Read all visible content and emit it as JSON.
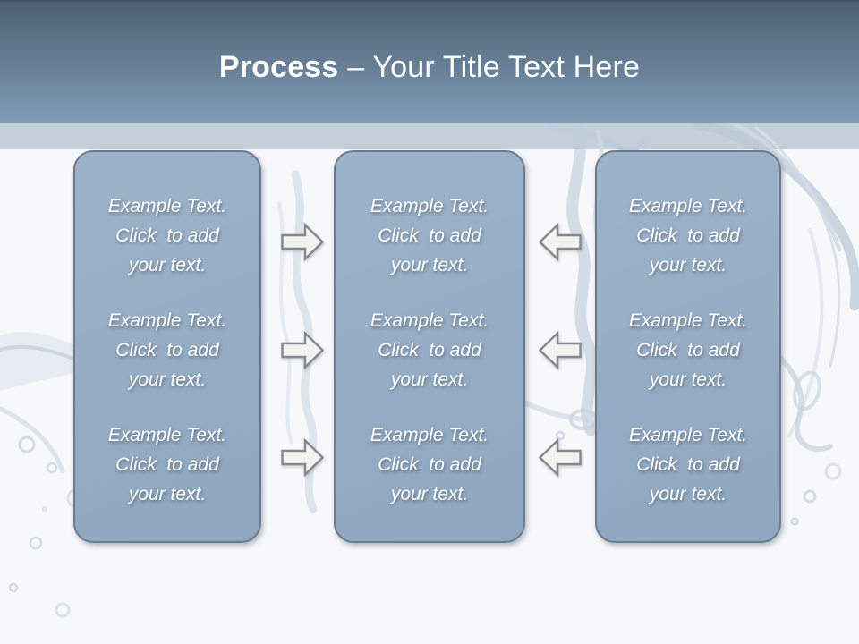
{
  "title": {
    "emphasis": "Process",
    "separator": "–",
    "text": "Your Title Text Here"
  },
  "columns": [
    {
      "name": "left",
      "items": [
        {
          "text": "Example Text.\nClick  to add\nyour text."
        },
        {
          "text": "Example Text.\nClick  to add\nyour text."
        },
        {
          "text": "Example Text.\nClick  to add\nyour text."
        }
      ]
    },
    {
      "name": "middle",
      "items": [
        {
          "text": "Example Text.\nClick  to add\nyour text."
        },
        {
          "text": "Example Text.\nClick  to add\nyour text."
        },
        {
          "text": "Example Text.\nClick  to add\nyour text."
        }
      ]
    },
    {
      "name": "right",
      "items": [
        {
          "text": "Example Text.\nClick  to add\nyour text."
        },
        {
          "text": "Example Text.\nClick  to add\nyour text."
        },
        {
          "text": "Example Text.\nClick  to add\nyour text."
        }
      ]
    }
  ],
  "arrows": {
    "left_gap_direction": "right",
    "left_gap_count": 3,
    "right_gap_direction": "left",
    "right_gap_count": 3
  },
  "colors": {
    "header_top": "#4d6073",
    "header_bottom": "#7e9cb7",
    "accent_band": "#c4cfda",
    "background": "#f6f8fa",
    "box_fill": "#96aec6",
    "box_border": "#6b7b8b",
    "box_text": "#ffffff",
    "arrow_fill": "#f2f2ef",
    "arrow_stroke": "#84888c",
    "title_color": "#ffffff"
  }
}
